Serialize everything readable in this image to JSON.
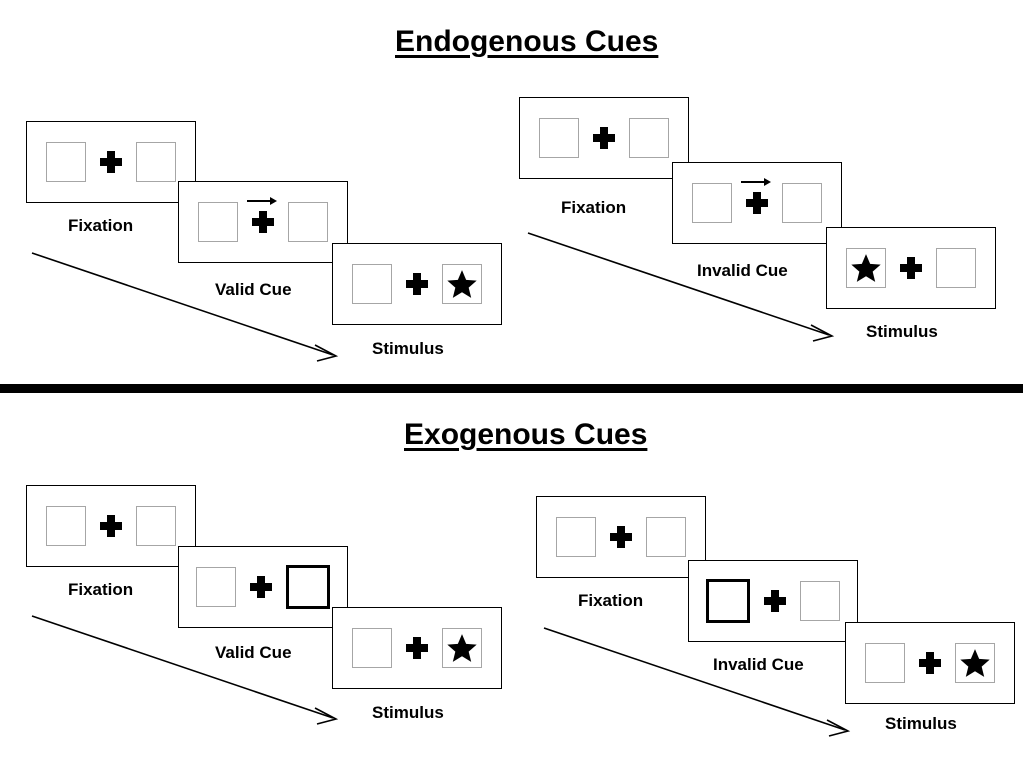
{
  "figure": {
    "title_top": "Endogenous Cues",
    "title_bottom": "Exogenous Cues"
  },
  "labels": {
    "fixation": "Fixation",
    "valid_cue": "Valid Cue",
    "invalid_cue": "Invalid Cue",
    "stimulus": "Stimulus"
  },
  "colors": {
    "frame_border": "#000000",
    "placeholder_box": "#a6a6a6",
    "cued_box": "#000000",
    "cross": "#000000",
    "star": "#000000",
    "divider": "#000000",
    "background": "#ffffff"
  },
  "sections": [
    {
      "id": "endogenous",
      "title": "Endogenous Cues",
      "cue_type": "central-arrow",
      "sequences": [
        {
          "id": "endogenous-valid",
          "validity": "valid",
          "frames": [
            {
              "caption": "Fixation",
              "left_box": "empty",
              "right_box": "empty",
              "center": "fixation-cross",
              "cue": "none"
            },
            {
              "caption": "Valid Cue",
              "left_box": "empty",
              "right_box": "empty",
              "center": "fixation-cross",
              "cue": "arrow-right"
            },
            {
              "caption": "Stimulus",
              "left_box": "empty",
              "right_box": "star",
              "center": "fixation-cross",
              "cue": "none"
            }
          ]
        },
        {
          "id": "endogenous-invalid",
          "validity": "invalid",
          "frames": [
            {
              "caption": "Fixation",
              "left_box": "empty",
              "right_box": "empty",
              "center": "fixation-cross",
              "cue": "none"
            },
            {
              "caption": "Invalid Cue",
              "left_box": "empty",
              "right_box": "empty",
              "center": "fixation-cross",
              "cue": "arrow-right"
            },
            {
              "caption": "Stimulus",
              "left_box": "star",
              "right_box": "empty",
              "center": "fixation-cross",
              "cue": "none"
            }
          ]
        }
      ]
    },
    {
      "id": "exogenous",
      "title": "Exogenous Cues",
      "cue_type": "peripheral-box-flash",
      "sequences": [
        {
          "id": "exogenous-valid",
          "validity": "valid",
          "frames": [
            {
              "caption": "Fixation",
              "left_box": "empty",
              "right_box": "empty",
              "center": "fixation-cross",
              "cue": "none"
            },
            {
              "caption": "Valid Cue",
              "left_box": "empty",
              "right_box": "cued",
              "center": "fixation-cross",
              "cue": "right-box-highlight"
            },
            {
              "caption": "Stimulus",
              "left_box": "empty",
              "right_box": "star",
              "center": "fixation-cross",
              "cue": "none"
            }
          ]
        },
        {
          "id": "exogenous-invalid",
          "validity": "invalid",
          "frames": [
            {
              "caption": "Fixation",
              "left_box": "empty",
              "right_box": "empty",
              "center": "fixation-cross",
              "cue": "none"
            },
            {
              "caption": "Invalid Cue",
              "left_box": "cued",
              "right_box": "empty",
              "center": "fixation-cross",
              "cue": "left-box-highlight"
            },
            {
              "caption": "Stimulus",
              "left_box": "empty",
              "right_box": "star",
              "center": "fixation-cross",
              "cue": "none"
            }
          ]
        }
      ]
    }
  ]
}
